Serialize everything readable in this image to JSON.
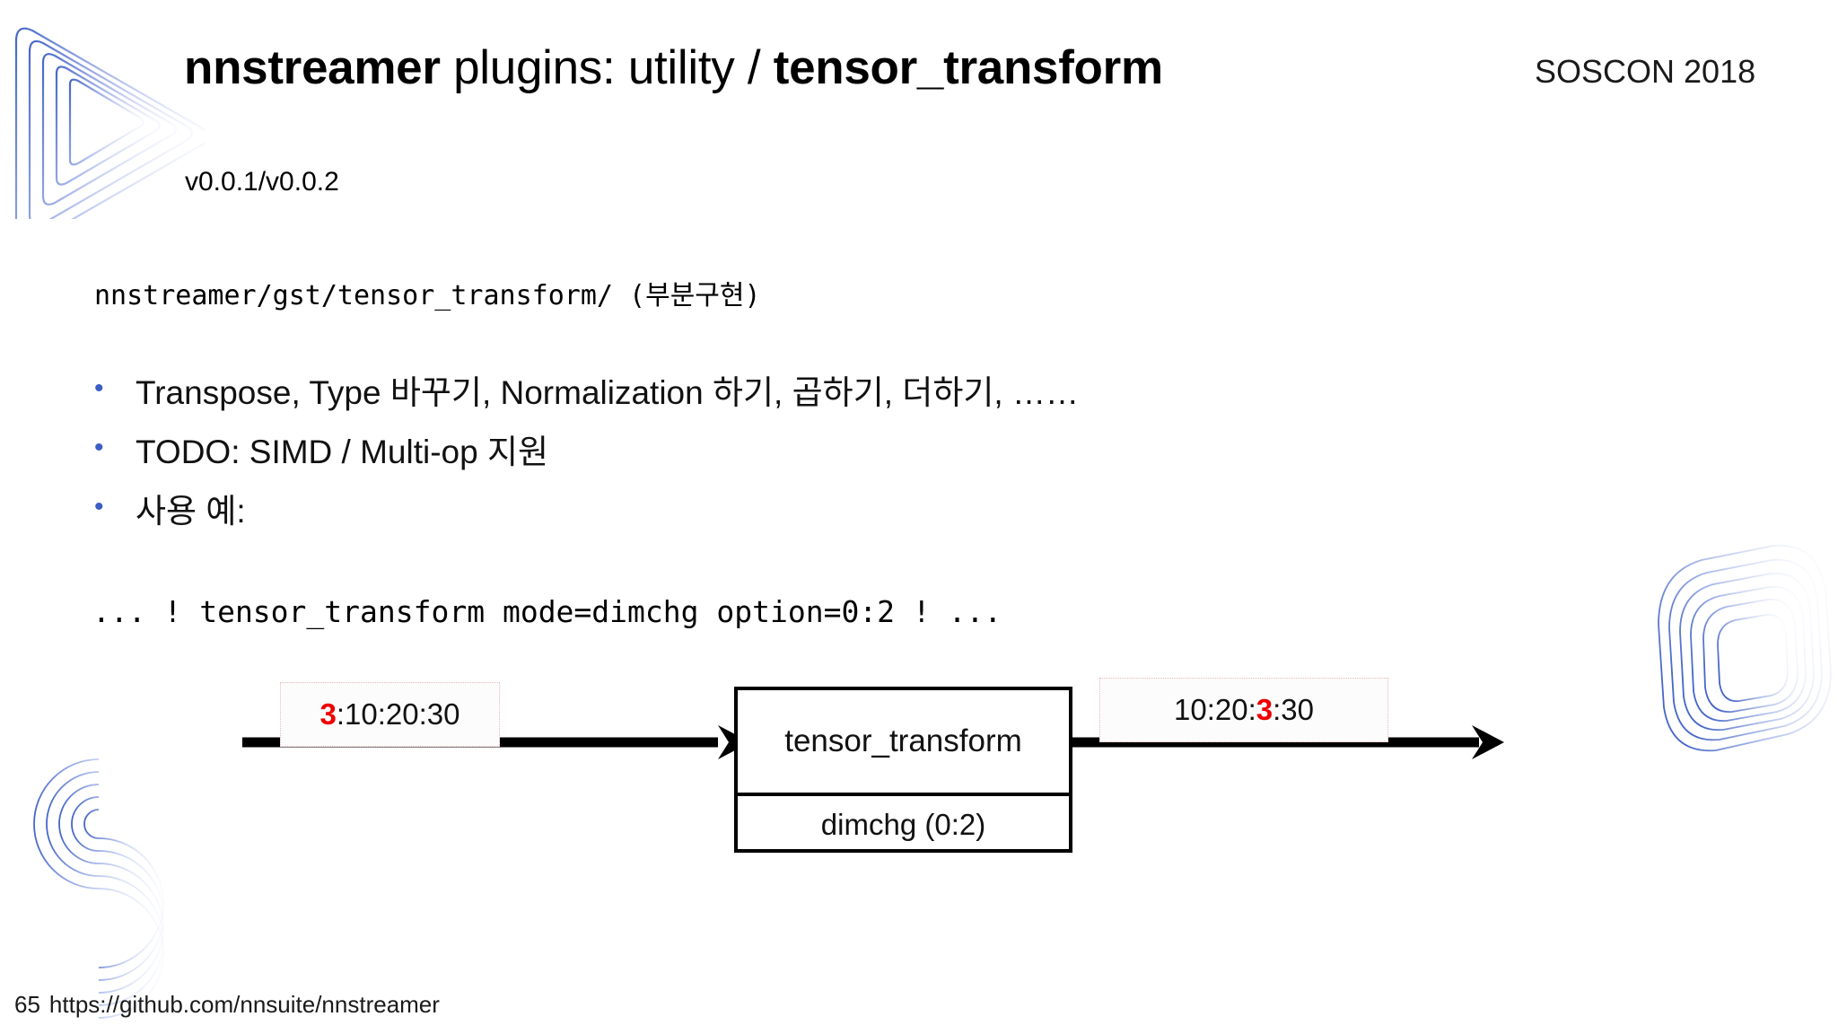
{
  "header": {
    "title_part_bold_1": "nnstreamer",
    "title_part_normal": " plugins: utility / ",
    "title_part_bold_2": "tensor_transform",
    "conference": "SOSCON 2018",
    "version": "v0.0.1/v0.0.2"
  },
  "body": {
    "path_line": "nnstreamer/gst/tensor_transform/ (부분구현)",
    "bullets": [
      {
        "marker": "•",
        "text": "Transpose, Type 바꾸기, Normalization 하기, 곱하기, 더하기, ……"
      },
      {
        "marker": "•",
        "text": "TODO: SIMD / Multi-op 지원"
      },
      {
        "marker": "•",
        "text": "사용 예:"
      }
    ],
    "pipeline_code": "... ! tensor_transform mode=dimchg option=0:2 ! ..."
  },
  "diagram": {
    "input_label": {
      "highlight": "3",
      "rest": ":10:20:30"
    },
    "output_label": {
      "prefix": "10:20:",
      "highlight": "3",
      "suffix": ":30"
    },
    "node": {
      "title": "tensor_transform",
      "subtitle": "dimchg (0:2)"
    },
    "highlight_color": "#ee0000",
    "label_border_color": "#e8b9b9"
  },
  "footer": {
    "page_number": "65",
    "url": "https://github.com/nnsuite/nnstreamer"
  },
  "theme": {
    "bullet_color": "#3b5ec4",
    "deco_color": "#3b5ec4",
    "background": "#ffffff"
  }
}
